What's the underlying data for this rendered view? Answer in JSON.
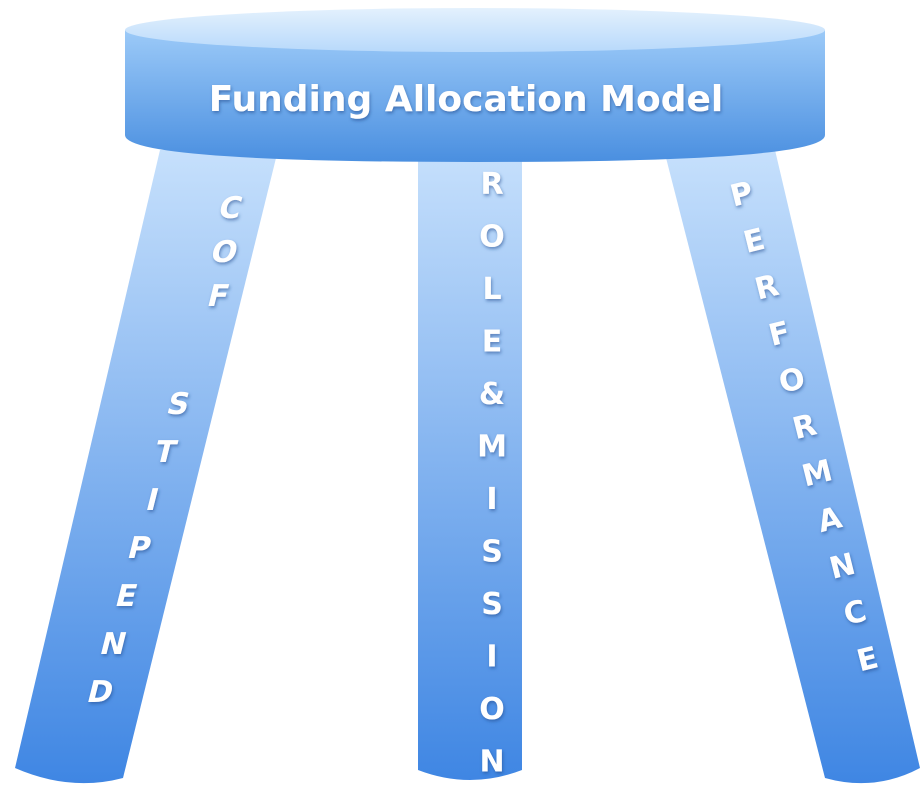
{
  "seat": {
    "title": "Funding Allocation Model"
  },
  "legs": {
    "left": {
      "line1": "COF",
      "line2": "STIPEND"
    },
    "middle": {
      "text": "ROLE&MISSION"
    },
    "right": {
      "text": "PERFORMANCE"
    }
  },
  "colors": {
    "seat_top": "#cfe6fb",
    "seat_bottom": "#4a8fe0",
    "leg_light": "#b9d8fb",
    "leg_dark": "#3f86e3",
    "text": "#ffffff"
  }
}
